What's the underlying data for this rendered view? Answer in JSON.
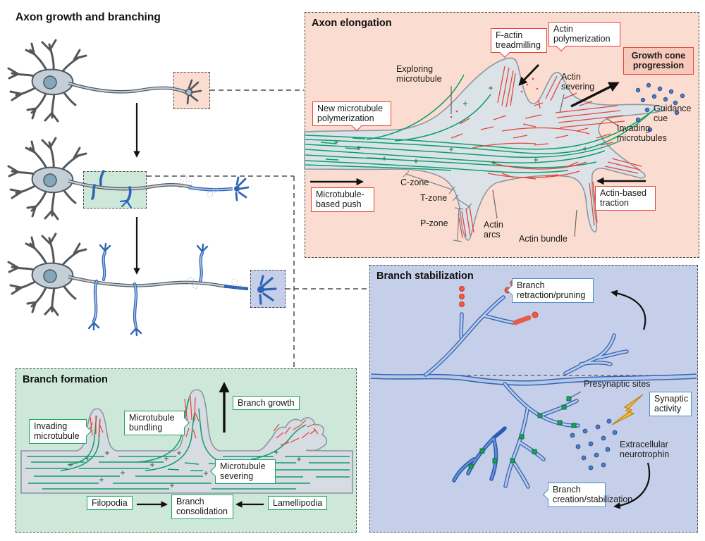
{
  "title": "Axon growth and branching",
  "colors": {
    "elongation_bg": "#fbdcd0",
    "formation_bg": "#cde8d8",
    "stabilization_bg": "#c5cfe9",
    "actin_red": "#e8423a",
    "microtubule_green": "#0aa06c",
    "branch_blue": "#2f63b5",
    "synapse_green": "#17a05c",
    "neurotrophin_blue": "#4a7ec5"
  },
  "elongation": {
    "title": "Axon elongation",
    "labels": {
      "new_microtubule": "New microtubule polymerization",
      "exploring_microtubule": "Exploring microtubule",
      "f_actin_treadmilling": "F-actin treadmilling",
      "actin_polymerization": "Actin polymerization",
      "actin_severing": "Actin severing",
      "growth_cone_progression": "Growth cone progression",
      "guidance_cue": "Guidance cue",
      "invading_microtubules": "Invading microtubules",
      "microtubule_based_push": "Microtubule-based push",
      "c_zone": "C-zone",
      "t_zone": "T-zone",
      "p_zone": "P-zone",
      "actin_arcs": "Actin arcs",
      "actin_bundle": "Actin bundle",
      "actin_based_traction": "Actin-based traction"
    }
  },
  "formation": {
    "title": "Branch formation",
    "labels": {
      "invading_microtubule": "Invading microtubule",
      "microtubule_bundling": "Microtubule bundling",
      "branch_growth": "Branch growth",
      "microtubule_severing": "Microtubule severing",
      "filopodia": "Filopodia",
      "branch_consolidation": "Branch consolidation",
      "lamellipodia": "Lamellipodia"
    }
  },
  "stabilization": {
    "title": "Branch stabilization",
    "labels": {
      "branch_retraction": "Branch retraction/pruning",
      "presynaptic_sites": "Presynaptic sites",
      "synaptic_activity": "Synaptic activity",
      "extracellular_neurotrophin": "Extracellular neurotrophin",
      "branch_creation": "Branch creation/stabilization"
    }
  }
}
